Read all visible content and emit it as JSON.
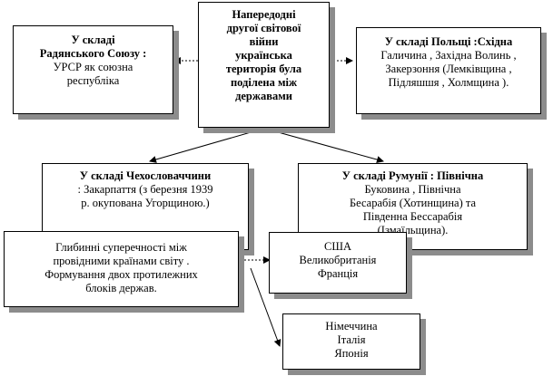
{
  "center": {
    "lines": [
      "Напередодні",
      "другої світової",
      "війни",
      "українська",
      "територія була",
      "поділена між",
      "державами"
    ]
  },
  "left": {
    "lines": [
      "У складі",
      "Радянського Союзу :",
      "УРСР як союзна",
      "республіка"
    ]
  },
  "right": {
    "lines": [
      "У складі Польщі :Східна",
      "Галичина , Західна Волинь ,",
      "Закерзоння (Лемківщина ,",
      "Підляшшя , Холмщина )."
    ]
  },
  "czech": {
    "lines": [
      "У складі Чехословаччини",
      ": Закарпаття (з березня 1939",
      "р. окупована Угорщиною.)"
    ]
  },
  "romania": {
    "lines": [
      "У складі Румунії : Північна",
      "Буковина , Північна",
      "Бесарабія (Хотинщина) та",
      "Південна Бессарабія",
      "(Ізмаїльщина)."
    ]
  },
  "contradictions": {
    "lines": [
      "Глибинні суперечності між",
      "провідними країнами світу .",
      "Формування двох протилежних",
      "блоків держав."
    ]
  },
  "allies": {
    "lines": [
      "США",
      "Великобританія",
      "Франція"
    ]
  },
  "axis": {
    "lines": [
      "Німеччина",
      "Італія",
      "Японія"
    ]
  }
}
